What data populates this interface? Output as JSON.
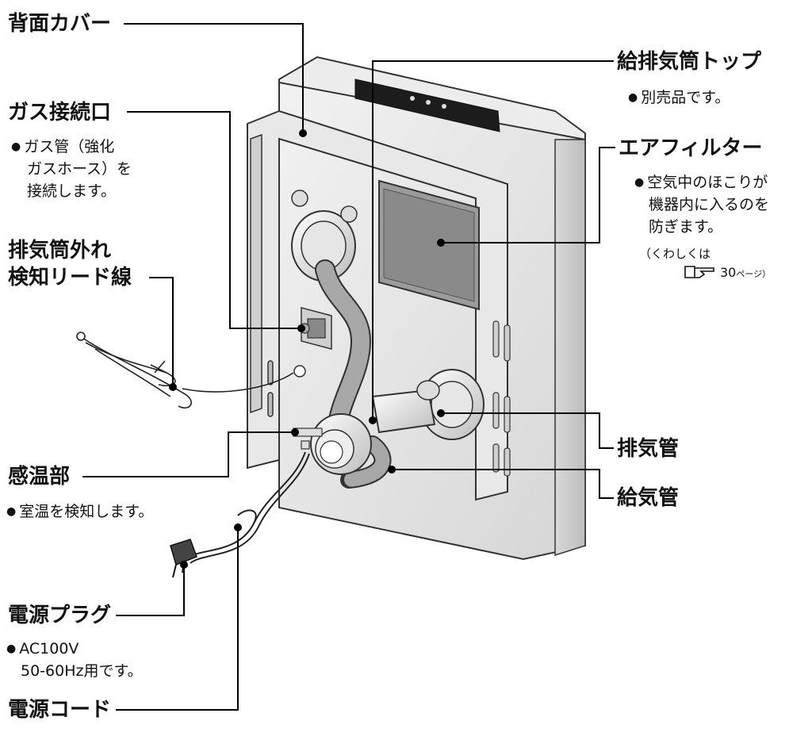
{
  "labels": {
    "back_cover": "背面カバー",
    "gas_inlet": "ガス接続口",
    "exhaust_detect_lead": [
      "排気筒外れ",
      "検知リード線"
    ],
    "temp_sensor": "感温部",
    "power_plug": "電源プラグ",
    "power_cord": "電源コード",
    "flue_top": "給排気筒トップ",
    "air_filter": "エアフィルター",
    "exhaust_pipe": "排気管",
    "intake_pipe": "給気管"
  },
  "notes": {
    "gas_inlet": [
      "ガス管（強化",
      "ガスホース）を",
      "接続します。"
    ],
    "temp_sensor": "室温を検知します。",
    "power_plug": [
      "AC100V",
      "50-60Hz用です。"
    ],
    "flue_top": "別売品です。",
    "air_filter": [
      "空気中のほこりが",
      "機器内に入るのを",
      "防ぎます。"
    ],
    "air_filter_ref": "（くわしくは",
    "air_filter_page": "30",
    "air_filter_page_suffix": "ページ）"
  }
}
